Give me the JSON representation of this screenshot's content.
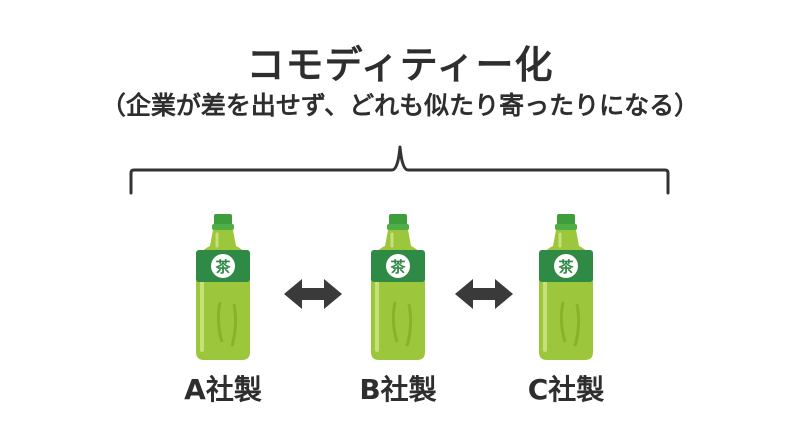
{
  "title": "コモディティー化",
  "subtitle": "（企業が差を出せず、どれも似たり寄ったりになる）",
  "products": [
    {
      "company": "A社製",
      "label_char": "茶"
    },
    {
      "company": "B社製",
      "label_char": "茶"
    },
    {
      "company": "C社製",
      "label_char": "茶"
    }
  ],
  "colors": {
    "bottle_green": "#9cc63b",
    "bottle_light": "#c6e07a",
    "label_green": "#2f8a45",
    "cap_green": "#3e9e3c",
    "arrow": "#3a3a3a",
    "text": "#2e2e2e"
  },
  "icons": {
    "bottle": "green-tea-bottle-icon",
    "arrow": "double-arrow-icon"
  }
}
